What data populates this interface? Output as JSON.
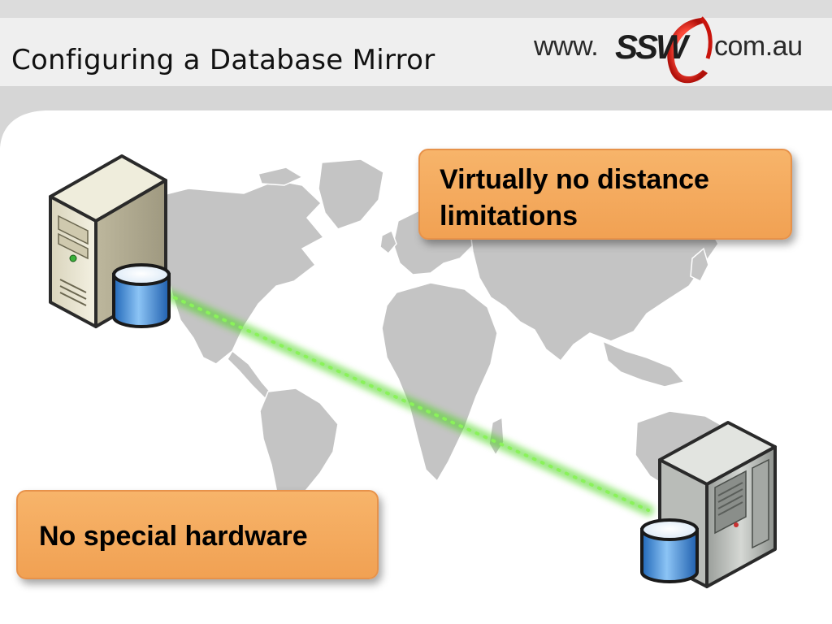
{
  "slide": {
    "title": "Configuring a Database Mirror"
  },
  "logo": {
    "prefix": "www.",
    "brand": "SSW",
    "suffix": "com.au",
    "ring_color": "#e0201a"
  },
  "callouts": {
    "top": "Virtually no distance limitations",
    "bottom": "No special hardware"
  },
  "colors": {
    "callout_fill": "#f4a85a",
    "map_gray": "#c3c3c3",
    "link_green": "#55e02a",
    "database_blue": "#2f7fd0"
  },
  "icons": {
    "principal_server": "server-tower-icon",
    "principal_database": "database-cylinder-icon",
    "mirror_server": "server-cabinet-icon",
    "mirror_database": "database-cylinder-icon",
    "mirror_link": "dotted-link-line",
    "background_map": "world-map"
  }
}
